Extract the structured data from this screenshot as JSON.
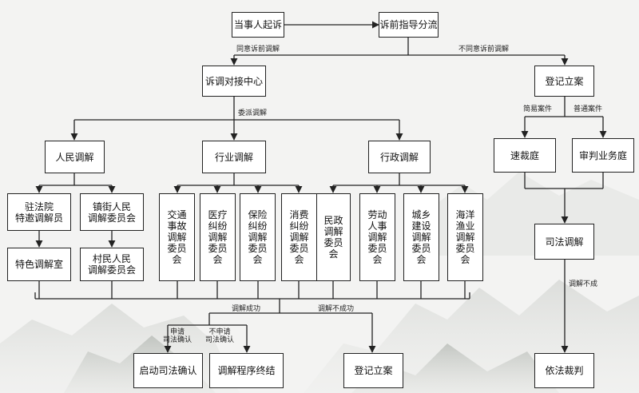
{
  "boxes": {
    "plaintiff_sues": "当事人起诉",
    "pre_suit_guidance": "诉前指导分流",
    "mediation_center": "诉调对接中心",
    "register_case_top": "登记立案",
    "people_mediation": "人民调解",
    "industry_mediation": "行业调解",
    "admin_mediation": "行政调解",
    "summary_court": "速裁庭",
    "trial_court": "审判业务庭",
    "court_mediator": "驻法院\n特邀调解员",
    "street_committee": "镇街人民\n调解委员会",
    "special_room": "特色调解室",
    "village_committee": "村民人民\n调解委员会",
    "traffic": "交通\n事故\n调解\n委员\n会",
    "medical": "医疗\n纠纷\n调解\n委员\n会",
    "insurance": "保险\n纠纷\n调解\n委员\n会",
    "consumer": "消费\n纠纷\n调解\n委员\n会",
    "civil_affairs": "民政\n调解\n委员\n会",
    "labor": "劳动\n人事\n调解\n委员\n会",
    "urban_rural": "城乡\n建设\n调解\n委员\n会",
    "marine": "海洋\n渔业\n调解\n委员\n会",
    "judicial_mediation": "司法调解",
    "start_confirmation": "启动司法确认",
    "end_procedure": "调解程序终结",
    "register_case_bottom": "登记立案",
    "judgment": "依法裁判"
  },
  "labels": {
    "agree": "同意诉前调解",
    "disagree": "不同意诉前调解",
    "delegate": "委派调解",
    "simple_case": "简易案件",
    "ordinary_case": "普通案件",
    "success": "调解成功",
    "failure": "调解不成功",
    "apply": "申请\n司法确认",
    "not_apply": "不申请\n司法确认",
    "mediation_failed": "调解不成"
  }
}
